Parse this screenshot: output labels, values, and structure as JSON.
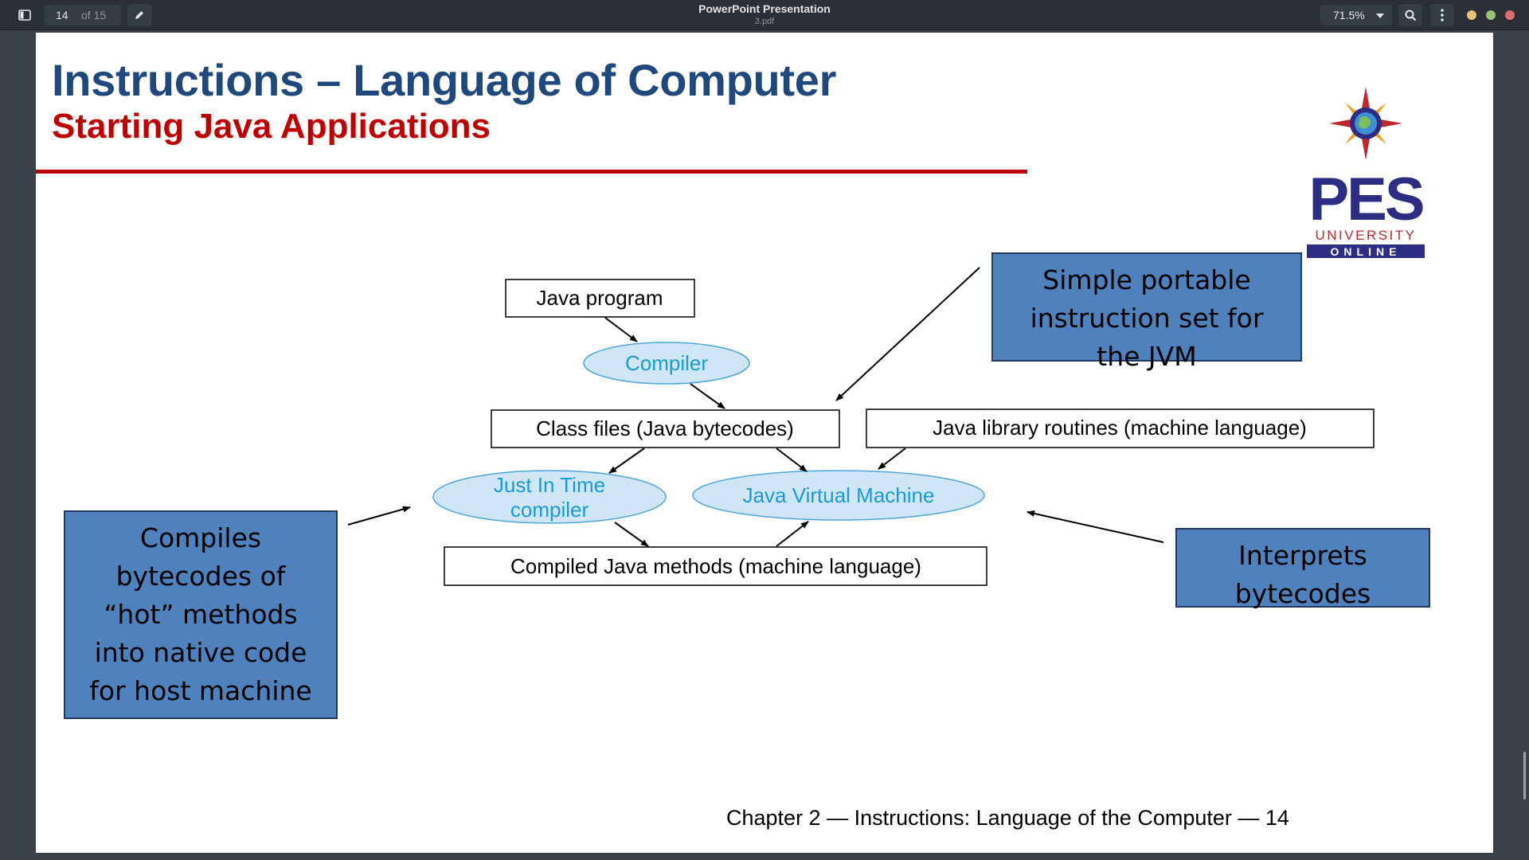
{
  "viewer": {
    "title": "PowerPoint Presentation",
    "filename": "3.pdf",
    "page_current": "14",
    "page_total": "of 15",
    "zoom": "71.5%",
    "icons": [
      "sidebar-toggle-icon",
      "pencil-icon",
      "chevron-down-icon",
      "search-icon",
      "kebab-menu-icon"
    ],
    "window_dots": [
      "#e5c07b",
      "#98c379",
      "#e06c75"
    ]
  },
  "slide": {
    "title": "Instructions – Language of Computer",
    "subtitle": "Starting Java Applications",
    "logo": {
      "name": "PES",
      "line1": "UNIVERSITY",
      "line2": "ONLINE"
    },
    "diagram": {
      "nodes": {
        "java_program": "Java program",
        "compiler": "Compiler",
        "class_files": "Class files (Java bytecodes)",
        "java_library": "Java library routines (machine language)",
        "jit_line1": "Just In Time",
        "jit_line2": "compiler",
        "jvm": "Java Virtual Machine",
        "compiled_methods": "Compiled Java methods (machine language)"
      }
    },
    "callouts": {
      "jvm_text": "Simple portable instruction set for the JVM",
      "jit_text": "Compiles bytecodes of “hot” methods into native code for host machine",
      "interp_text": "Interprets bytecodes"
    },
    "footer": "Chapter 2 — Instructions: Language of the Computer — 14"
  },
  "colors": {
    "title_blue": "#1f497d",
    "subtitle_red": "#c00000",
    "callout_fill": "#4f81bd",
    "ellipse_fill": "#cfe6f7",
    "ellipse_text": "#1a9ad6",
    "logo_purple": "#2e2d84",
    "logo_red": "#c0272d"
  }
}
